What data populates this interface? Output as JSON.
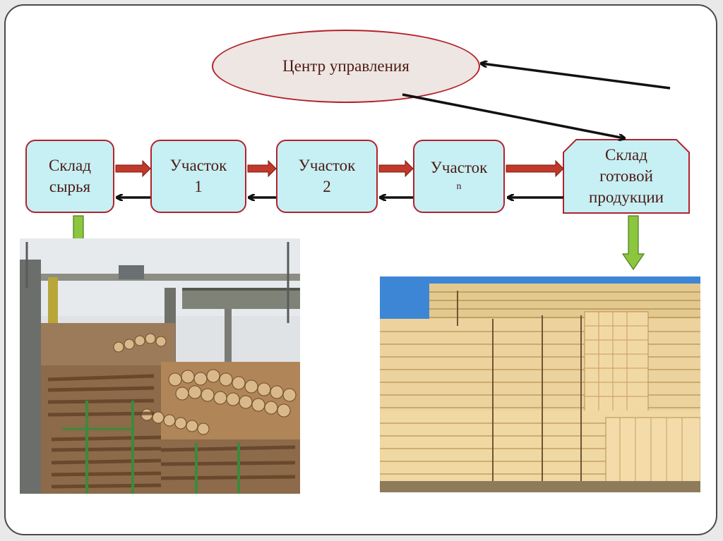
{
  "control_center": {
    "label": "Центр управления"
  },
  "stages": [
    {
      "line1": "Склад",
      "line2": "сырья"
    },
    {
      "line1": "Участок",
      "line2": "1"
    },
    {
      "line1": "Участок",
      "line2": "2"
    },
    {
      "line1": "Участок",
      "line2": "n"
    },
    {
      "line1": "Склад",
      "line2": "готовой",
      "line3": "продукции"
    }
  ],
  "photos": {
    "left": "logs-yard-photo",
    "right": "lumber-stack-photo"
  },
  "colors": {
    "box_fill": "#c6f0f4",
    "box_border": "#b3222c",
    "ellipse_fill": "#ede6e2",
    "forward_arrow": "#c0392b",
    "back_arrow": "#111111",
    "down_arrow": "#8cc63e",
    "text": "#4d1a14"
  }
}
